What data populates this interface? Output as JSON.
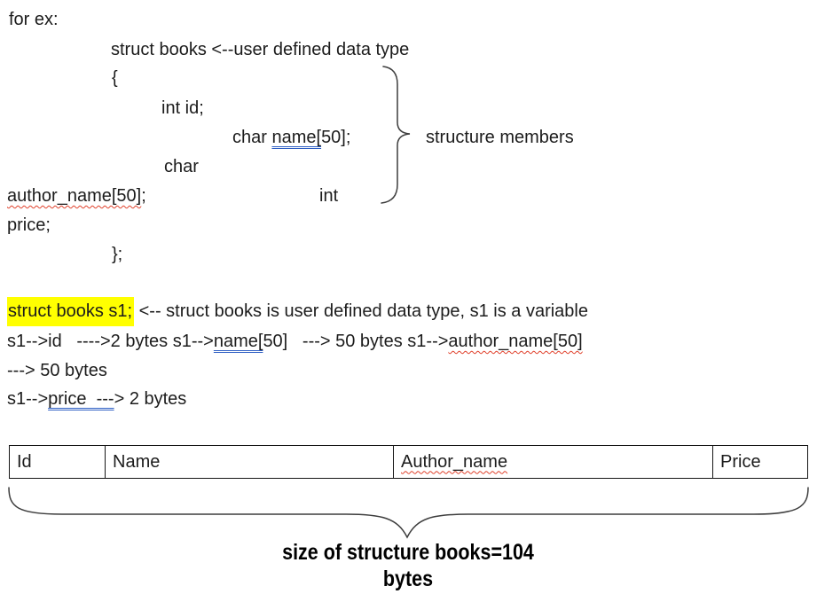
{
  "colors": {
    "text": "#1c1c1c",
    "highlight": "#ffff00",
    "grammar_underline_blue": "#2f5fc4",
    "spell_underline_red": "#e0402a",
    "table_border": "#161616"
  },
  "code": {
    "for_ex": "for ex:",
    "struct_decl": "struct books <--user defined data type",
    "open_brace": "{",
    "int_id": "int id;",
    "char_kw": "char ",
    "name_underlined": "name[",
    "name_rest": "50];",
    "char_kw2": "char",
    "author_squiggled": "author_name[50]",
    "author_rest": ";",
    "int_kw2": "int",
    "price_member": "price;",
    "close_brace": "};",
    "members_label": "structure members"
  },
  "explanation": {
    "highlighted": "struct books s1;",
    "line1_rest": " <-- struct books is user defined data type, s1 is a variable",
    "line2_a": "s1-->id   ---->2 bytes s1-->",
    "line2_name": "name[",
    "line2_b": "50]   ---> 50 bytes s1-->",
    "line2_author": "author_name[50]",
    "line3": "---> 50 bytes",
    "line4_a": "s1-->",
    "line4_price": "price  ---",
    "line4_b": "> 2 bytes"
  },
  "table": {
    "headers": [
      "Id",
      "Name",
      "Author_name",
      "Price"
    ]
  },
  "size_note": {
    "line1": "size of structure books=104",
    "line2": "bytes"
  }
}
